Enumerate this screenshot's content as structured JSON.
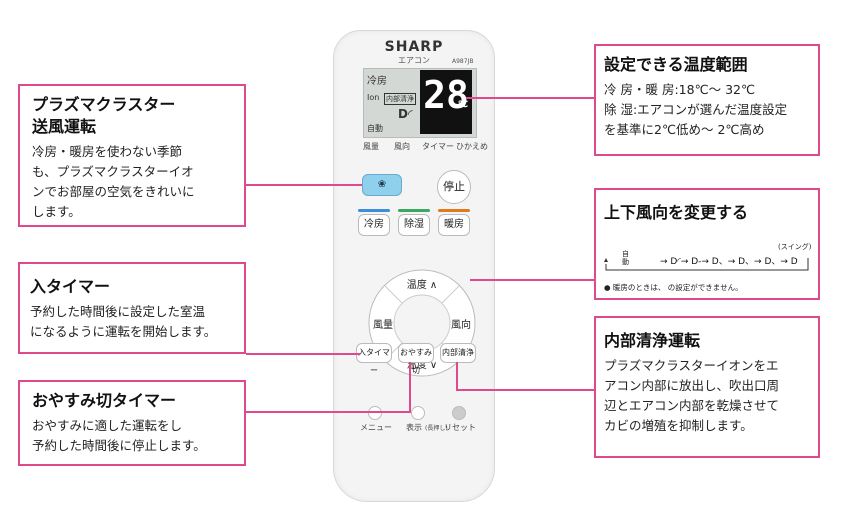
{
  "remote": {
    "brand": "SHARP",
    "subtitle": "エアコン",
    "model": "A987JB",
    "lcd": {
      "mode_cool": "冷房",
      "ion_label": "Ion",
      "clean_label": "内部清浄",
      "auto_label": "自動",
      "temp": "28",
      "unit": "℃"
    },
    "top_labels": [
      "風量",
      "風向",
      "タイマー",
      "ひかえめ"
    ],
    "buttons": {
      "plasma": "❀",
      "stop": "停止",
      "cool": "冷房",
      "dehumid": "除湿",
      "heat": "暖房",
      "temp_up": "温度 ∧",
      "temp_down": "温度 ∨",
      "fan": "風量",
      "direction": "風向",
      "on_timer": "入タイマー",
      "sleep_timer": "おやすみ切",
      "inner_clean": "内部清浄"
    },
    "bottom_labels": {
      "menu": "メニュー",
      "display": "表示",
      "display_sub": "(長押し)",
      "reset": "リセット"
    },
    "colors": {
      "cool": "#3a8fd6",
      "dehumid": "#3aa860",
      "heat": "#e07a1e",
      "plasma": "#8fd0ee",
      "accent": "#e04a8c"
    }
  },
  "callouts": {
    "plasma": {
      "title_1": "プラズマクラスター",
      "title_2": "送風運転",
      "line_1": "冷房・暖房を使わない季節",
      "line_2": "も、プラズマクラスターイオ",
      "line_3": "ンでお部屋の空気をきれいに",
      "line_4": "します。"
    },
    "on_timer": {
      "title": "入タイマー",
      "line_1": "予約した時間後に設定した室温",
      "line_2": "になるように運転を開始します。"
    },
    "sleep_timer": {
      "title": "おやすみ切タイマー",
      "line_1": "おやすみに適した運転をし",
      "line_2": "予約した時間後に停止します。"
    },
    "temp_range": {
      "title": "設定できる温度範囲",
      "line_1": "冷 房・暖 房:18℃～ 32℃",
      "line_2": "除 湿:エアコンが選んだ温度設定",
      "line_3": "を基準に2℃低め～ 2℃高め"
    },
    "direction": {
      "title": "上下風向を変更する",
      "swing": "(スイング)",
      "seq_start": "自動",
      "note": "● 暖房のときは、 の設定ができません。"
    },
    "inner_clean": {
      "title": "内部清浄運転",
      "line_1": "プラズマクラスターイオンをエ",
      "line_2": "アコン内部に放出し、吹出口周",
      "line_3": "辺とエアコン内部を乾燥させて",
      "line_4": "カビの増殖を抑制します。"
    }
  }
}
